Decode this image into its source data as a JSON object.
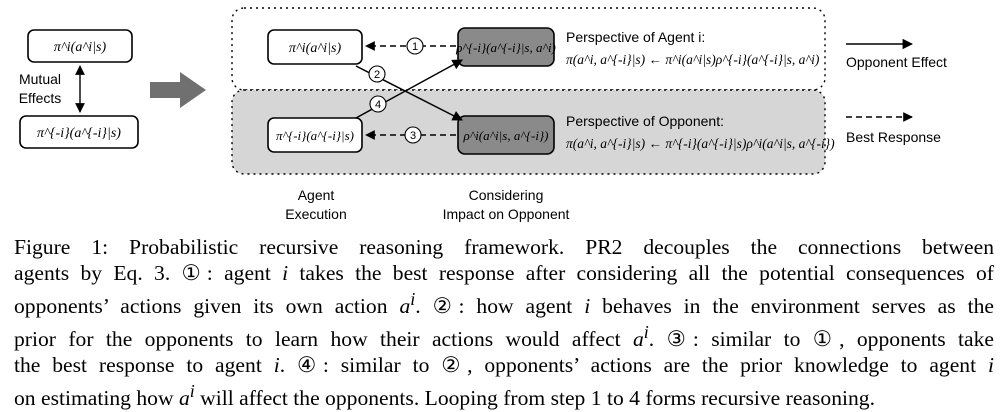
{
  "figure": {
    "left_box_top": "π^i(a^i|s)",
    "left_box_bottom": "π^{-i}(a^{-i}|s)",
    "mutual_label_line1": "Mutual",
    "mutual_label_line2": "Effects",
    "agent_box": "π^i(a^i|s)",
    "opp_box": "π^{-i}(a^{-i}|s)",
    "rho_minus_box": "ρ^{-i}(a^{-i}|s, a^i)",
    "rho_i_box": "ρ^i(a^i|s, a^{-i})",
    "step1": "1",
    "step2": "2",
    "step3": "3",
    "step4": "4",
    "perspective_agent_title": "Perspective of Agent i:",
    "perspective_agent_eq": "π(a^i, a^{-i}|s) ← π^i(a^i|s)ρ^{-i}(a^{-i}|s, a^i)",
    "perspective_opp_title": "Perspective of Opponent:",
    "perspective_opp_eq": "π(a^i, a^{-i}|s) ← π^{-i}(a^{-i}|s)ρ^i(a^i|s, a^{-i})",
    "legend_solid": "Opponent  Effect",
    "legend_dashed": "Best Response",
    "bottom_label_left_line1": "Agent",
    "bottom_label_left_line2": "Execution",
    "bottom_label_right_line1": "Considering",
    "bottom_label_right_line2": "Impact on Opponent"
  },
  "caption": {
    "line1": "Figure 1: Probabilistic recursive reasoning framework. PR2 decouples the connections between",
    "line2a": "agents by Eq. 3. ①: agent ",
    "line2b": " takes the best response after considering all the potential consequences of",
    "line3a": "opponents’ actions given its own action ",
    "line3b": ". ②: how agent ",
    "line3c": " behaves in the environment serves as the",
    "line4a": "prior for the opponents to learn how their actions would affect ",
    "line4b": ". ③: similar to ①, opponents take",
    "line5a": "the best response to agent ",
    "line5b": ". ④: similar to ②, opponents’ actions are the prior knowledge to agent ",
    "line6a": "on estimating how ",
    "line6b": " will affect the opponents. Looping from step 1 to 4 forms recursive reasoning.",
    "var_i": "i",
    "var_ai": "a",
    "sup_i": "i"
  }
}
